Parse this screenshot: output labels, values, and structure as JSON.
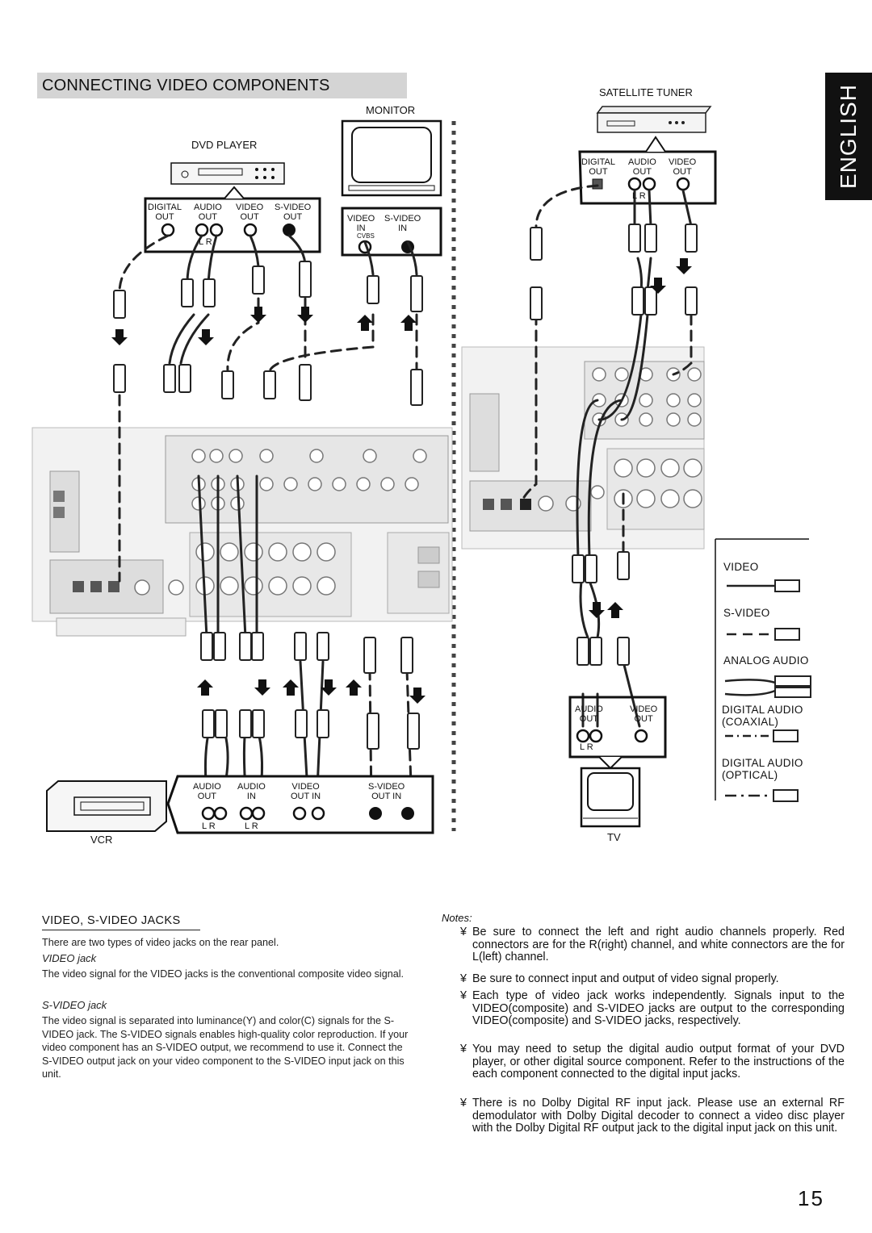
{
  "header": {
    "title": "CONNECTING VIDEO COMPONENTS",
    "language_tab": "ENGLISH"
  },
  "diagram": {
    "satellite_tuner": {
      "name": "SATELLITE TUNER",
      "jacks": {
        "digital": "DIGITAL",
        "audio": "AUDIO",
        "video": "VIDEO",
        "out1": "OUT",
        "out2": "OUT",
        "out3": "OUT",
        "lr": "L  R"
      }
    },
    "monitor": {
      "name": "MONITOR",
      "jacks": {
        "video": "VIDEO",
        "svideo": "S-VIDEO",
        "in1": "IN",
        "in2": "IN",
        "cvbs": "CVBS"
      }
    },
    "dvd_player": {
      "name": "DVD PLAYER",
      "jacks": {
        "digital": "DIGITAL",
        "audio": "AUDIO",
        "video": "VIDEO",
        "svideo": "S-VIDEO",
        "out1": "OUT",
        "out2": "OUT",
        "out3": "OUT",
        "out4": "OUT",
        "lr": "L  R"
      }
    },
    "vcr": {
      "name": "VCR",
      "jacks": {
        "audio_out": "AUDIO",
        "audio_in": "AUDIO",
        "video": "VIDEO",
        "svideo": "S-VIDEO",
        "out_a": "OUT",
        "in_a": "IN",
        "video_outin": "OUT  IN",
        "svideo_outin": "OUT   IN",
        "lr1": "L  R",
        "lr2": "L  R"
      }
    },
    "tv": {
      "name": "TV",
      "jacks": {
        "audio": "AUDIO",
        "video": "VIDEO",
        "out1": "OUT",
        "out2": "OUT",
        "lr": "L  R"
      }
    },
    "legend": {
      "video": "VIDEO",
      "svideo": "S-VIDEO",
      "analog_audio": "ANALOG AUDIO",
      "digital_coaxial_1": "DIGITAL AUDIO",
      "digital_coaxial_2": "(COAXIAL)",
      "digital_optical_1": "DIGITAL AUDIO",
      "digital_optical_2": "(OPTICAL)"
    }
  },
  "section": {
    "title": "VIDEO, S-VIDEO JACKS",
    "intro": "There are two types of video jacks on the rear panel.",
    "video_jack_heading": "VIDEO jack",
    "video_jack_text": "The video signal for the VIDEO jacks is the conventional composite video signal.",
    "svideo_jack_heading": "S-VIDEO jack",
    "svideo_jack_text": "The video signal is separated into luminance(Y) and color(C) signals for the S-VIDEO jack. The S-VIDEO signals enables high-quality color reproduction. If your video component has an S-VIDEO output, we recommend to use it. Connect the S-VIDEO output jack on your video component to the S-VIDEO input jack on this unit."
  },
  "notes": {
    "title": "Notes:",
    "bullet": "¥",
    "items": [
      "Be sure to connect the left and right audio channels properly. Red connectors are for the R(right) channel, and white connectors are the for L(left) channel.",
      "Be sure to connect input and output of video signal properly.",
      "Each type of video jack works independently. Signals input to the VIDEO(composite) and S-VIDEO jacks are output to the corresponding VIDEO(composite) and S-VIDEO jacks, respectively.",
      "You may need to setup the digital audio output format of your DVD player, or other digital source component. Refer to the instructions of the each component connected to the digital input jacks.",
      "There is no Dolby Digital RF input jack. Please use an external RF demodulator with Dolby Digital decoder to connect a video disc player with the Dolby Digital RF output jack to the digital input jack on this unit."
    ]
  },
  "page_number": "15"
}
